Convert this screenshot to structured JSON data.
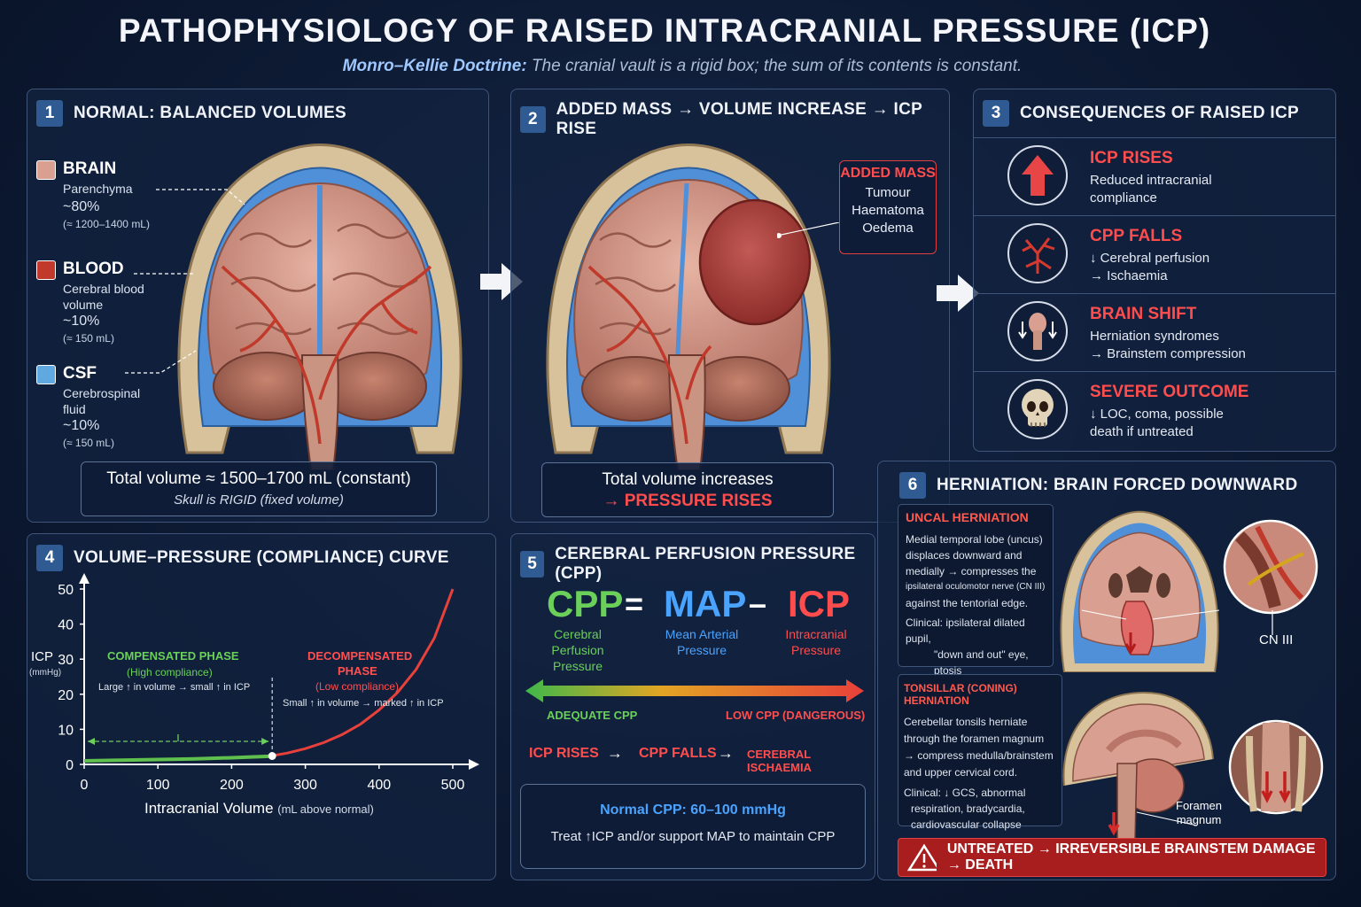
{
  "title": "PATHOPHYSIOLOGY OF RAISED INTRACRANIAL PRESSURE (ICP)",
  "subtitle_bold": "Monro–Kellie Doctrine:",
  "subtitle_rest": " The cranial vault is a rigid box; the sum of its contents is constant.",
  "colors": {
    "brain": "#d9a091",
    "blood": "#c0392b",
    "csf": "#5fa8e0",
    "accent_red": "#ff4d4d",
    "accent_green": "#6ad05a",
    "accent_blue": "#4aa3ff"
  },
  "panel1": {
    "num": "1",
    "title": "NORMAL: BALANCED VOLUMES",
    "brain": {
      "name": "BRAIN",
      "desc": "Parenchyma",
      "pct": "~80%",
      "vol": "(≈ 1200–1400 mL)"
    },
    "blood": {
      "name": "BLOOD",
      "desc1": "Cerebral blood",
      "desc2": "volume",
      "pct": "~10%",
      "vol": "(≈ 150 mL)"
    },
    "csf": {
      "name": "CSF",
      "desc1": "Cerebrospinal",
      "desc2": "fluid",
      "pct": "~10%",
      "vol": "(≈ 150 mL)"
    },
    "total": "Total volume ≈ 1500–1700 mL (constant)",
    "note": "Skull is RIGID (fixed volume)"
  },
  "panel2": {
    "num": "2",
    "title": "ADDED MASS → VOLUME INCREASE → ICP RISE",
    "mass_title": "ADDED MASS",
    "mass_items": [
      "Tumour",
      "Haematoma",
      "Oedema"
    ],
    "total1": "Total volume increases",
    "total2": "→ PRESSURE RISES"
  },
  "panel3": {
    "num": "3",
    "title": "CONSEQUENCES OF RAISED ICP",
    "items": [
      {
        "title": "ICP RISES",
        "line1": "Reduced intracranial",
        "line2": "compliance",
        "icon": "up-arrow-icon"
      },
      {
        "title": "CPP FALLS",
        "line1": "↓ Cerebral perfusion",
        "line2": "→ Ischaemia",
        "icon": "vessels-icon"
      },
      {
        "title": "BRAIN SHIFT",
        "line1": "Herniation syndromes",
        "line2": "→ Brainstem compression",
        "icon": "brainstem-icon"
      },
      {
        "title": "SEVERE OUTCOME",
        "line1": "↓ LOC, coma, possible",
        "line2": "death if untreated",
        "icon": "skull-icon"
      }
    ]
  },
  "panel4": {
    "num": "4",
    "title": "VOLUME–PRESSURE (COMPLIANCE) CURVE",
    "comp_title": "COMPENSATED PHASE",
    "comp_sub": "(High compliance)",
    "comp_note": "Large ↑ in volume → small ↑ in ICP",
    "decomp_title1": "DECOMPENSATED",
    "decomp_title2": "PHASE",
    "decomp_sub": "(Low compliance)",
    "decomp_note": "Small ↑ in volume → marked ↑ in ICP",
    "ylabel": "ICP",
    "yunit": "(mmHg)",
    "xlabel": "Intracranial Volume",
    "xunit": "(mL above normal)"
  },
  "chart_data": {
    "type": "line",
    "x": [
      0,
      50,
      100,
      150,
      200,
      250,
      275,
      300,
      325,
      350,
      375,
      400,
      425,
      450,
      475,
      500
    ],
    "series": [
      {
        "values": [
          1,
          1.2,
          1.4,
          1.6,
          1.9,
          2.3,
          3.2,
          4.5,
          6.2,
          8.5,
          11.5,
          15.5,
          20.5,
          27,
          36,
          50
        ]
      }
    ],
    "xticks": [
      0,
      100,
      200,
      300,
      400,
      500
    ],
    "yticks": [
      0,
      10,
      20,
      30,
      40,
      50
    ],
    "xlim": [
      0,
      500
    ],
    "ylim": [
      0,
      50
    ],
    "breakpoint": 255
  },
  "panel5": {
    "num": "5",
    "title": "CEREBRAL PERFUSION PRESSURE (CPP)",
    "cpp": "CPP",
    "eq": "=",
    "map": "MAP",
    "minus": "–",
    "icp": "ICP",
    "cpp_desc1": "Cerebral",
    "cpp_desc2": "Perfusion",
    "cpp_desc3": "Pressure",
    "map_desc1": "Mean Arterial",
    "map_desc2": "Pressure",
    "icp_desc1": "Intracranial",
    "icp_desc2": "Pressure",
    "adequate": "ADEQUATE CPP",
    "low": "LOW CPP (DANGEROUS)",
    "chain": [
      "ICP RISES",
      "CPP FALLS",
      "CEREBRAL ISCHAEMIA"
    ],
    "normal": "Normal CPP: 60–100 mmHg",
    "treat": "Treat ↑ICP and/or support MAP to maintain CPP"
  },
  "panel6": {
    "num": "6",
    "title": "HERNIATION: BRAIN FORCED DOWNWARD",
    "uncal_title": "UNCAL HERNIATION",
    "uncal_lines": [
      "Medial temporal lobe (uncus)",
      "displaces downward and",
      "medially → compresses the",
      "ipsilateral oculomotor nerve (CN III)",
      "against the tentorial edge."
    ],
    "uncal_clin": [
      "Clinical: ipsilateral dilated pupil,",
      "\"down and out\" eye,",
      "ptosis"
    ],
    "cn3": "CN III",
    "tons_title": "TONSILLAR (CONING) HERNIATION",
    "tons_lines": [
      "Cerebellar tonsils herniate",
      "through the foramen magnum",
      "→ compress medulla/brainstem",
      "and upper cervical cord."
    ],
    "tons_clin": [
      "Clinical: ↓ GCS, abnormal",
      "respiration, bradycardia,",
      "cardiovascular collapse"
    ],
    "foramen1": "Foramen",
    "foramen2": "magnum",
    "warning": "UNTREATED → IRREVERSIBLE BRAINSTEM DAMAGE → DEATH"
  }
}
